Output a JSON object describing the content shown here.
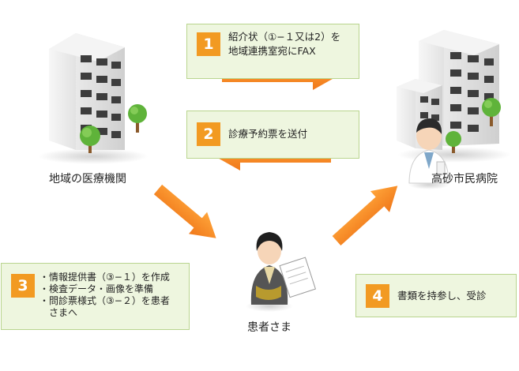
{
  "steps": [
    {
      "num": "1",
      "lines": [
        "紹介状（①−１又は2）を",
        "地域連携室宛にFAX"
      ]
    },
    {
      "num": "2",
      "lines": [
        "診療予約票を送付"
      ]
    },
    {
      "num": "3",
      "items": [
        "情報提供書（③−１）を作成",
        "検査データ・画像を準備",
        "問診票様式（③−２）を患者",
        "さまへ"
      ]
    },
    {
      "num": "4",
      "lines": [
        "書類を持参し、受診"
      ]
    }
  ],
  "labels": {
    "clinic": "地域の医療機関",
    "hospital": "高砂市民病院",
    "patient": "患者さま"
  },
  "colors": {
    "box_bg": "#eef6df",
    "box_border": "#b9d58e",
    "accent_orange": "#f29a22"
  }
}
